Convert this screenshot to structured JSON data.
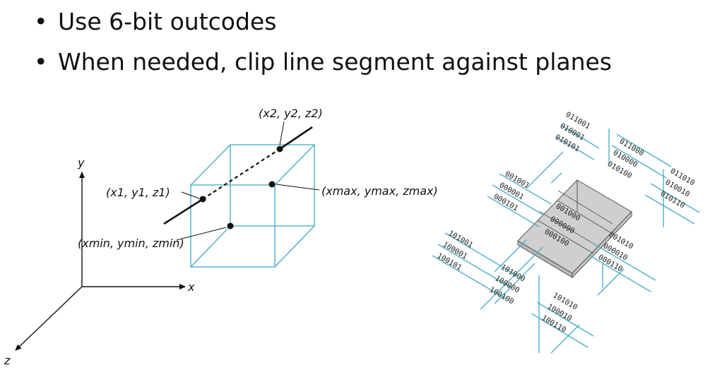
{
  "bullets": [
    {
      "marker": "•",
      "text": "Use 6-bit outcodes"
    },
    {
      "marker": "•",
      "text": "When needed, clip line segment against planes"
    }
  ],
  "left_diagram": {
    "axes": {
      "y": "y",
      "x": "x",
      "z": "z"
    },
    "labels": {
      "p2": "(x2, y2, z2)",
      "p1": "(x1, y1, z1)",
      "pmax": "(xmax, ymax, zmax)",
      "pmin": "(xmin, ymin, zmin)"
    }
  },
  "right_diagram": {
    "colors": {
      "grid": "#4bb0c8",
      "box": "#cfcfcf"
    },
    "codes": {
      "c011001": "011001",
      "c010001": "010001",
      "c010101": "010101",
      "c011000": "011000",
      "c010000": "010000",
      "c010100": "010100",
      "c011010": "011010",
      "c010010": "010010",
      "c010110": "010110",
      "c001001": "001001",
      "c000001": "000001",
      "c000101": "000101",
      "c001000": "001000",
      "c000000": "000000",
      "c000100": "000100",
      "c001010": "001010",
      "c000010": "000010",
      "c000110": "000110",
      "c101001": "101001",
      "c100001": "100001",
      "c100101": "100101",
      "c101000": "101000",
      "c100000": "100000",
      "c100100": "100100",
      "c101010": "101010",
      "c100010": "100010",
      "c100110": "100110"
    }
  }
}
